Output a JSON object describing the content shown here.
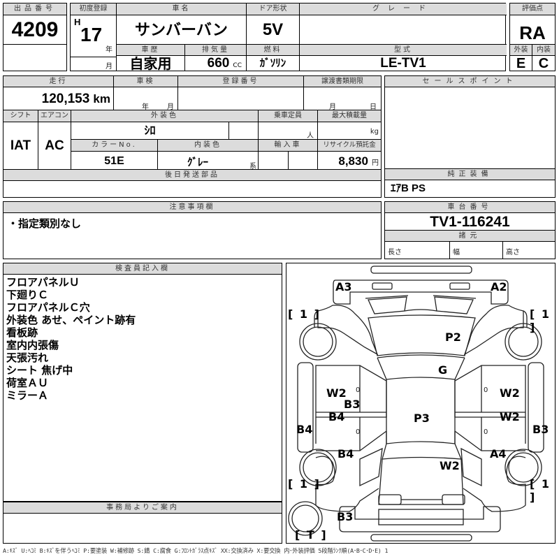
{
  "lot": {
    "label": "出品番号",
    "value": "4209"
  },
  "first_reg": {
    "label": "初度登録",
    "era": "H",
    "year": "17",
    "year_unit": "年",
    "month_unit": "月"
  },
  "car_name": {
    "label": "車名",
    "value": "サンバーバン"
  },
  "door": {
    "label": "ドア形状",
    "value": "5V"
  },
  "grade": {
    "label": "グレード",
    "value": ""
  },
  "score": {
    "label": "評価点",
    "value": "RA",
    "ext_label": "外装",
    "int_label": "内装",
    "ext_value": "E",
    "int_value": "C"
  },
  "history": {
    "label": "車歴",
    "value": "自家用"
  },
  "displacement": {
    "label": "排気量",
    "value": "660",
    "unit": "CC"
  },
  "fuel": {
    "label": "燃料",
    "value": "ｶﾞｿﾘﾝ"
  },
  "model": {
    "label": "型式",
    "value": "LE-TV1"
  },
  "mileage": {
    "label": "走行",
    "value": "120,153",
    "unit": "km"
  },
  "inspection": {
    "label": "車検",
    "year_unit": "年",
    "month_unit": "月"
  },
  "registration": {
    "label": "登録番号",
    "value": ""
  },
  "transfer_deadline": {
    "label": "譲渡書類期限",
    "month_unit": "月",
    "day_unit": "日"
  },
  "shift": {
    "label": "シフト",
    "value": "IAT"
  },
  "aircon": {
    "label": "エアコン",
    "value": "AC"
  },
  "ext_color": {
    "label": "外装色",
    "value": "ｼﾛ"
  },
  "capacity": {
    "label": "乗車定員",
    "unit": "人"
  },
  "max_load": {
    "label": "最大積載量",
    "unit": "kg"
  },
  "color_no": {
    "label": "カラーNo.",
    "value": "51E"
  },
  "int_color": {
    "label": "内装色",
    "value": "ｸﾞﾚｰ",
    "suffix": "系"
  },
  "import": {
    "label": "輸入車"
  },
  "recycle": {
    "label": "リサイクル預託金",
    "value": "8,830",
    "unit": "円"
  },
  "later_parts": {
    "label": "後日発送部品"
  },
  "sales_point": {
    "label": "セールスポイント"
  },
  "equipment": {
    "label": "純正装備",
    "value": "ｴｱB PS"
  },
  "notes": {
    "label": "注意事項欄",
    "value": "・指定類別なし"
  },
  "chassis": {
    "label": "車台番号",
    "value": "TV1-116241"
  },
  "specs": {
    "label": "諸元",
    "length": "長さ",
    "width": "幅",
    "height": "高さ"
  },
  "inspector": {
    "label": "検査員記入欄",
    "lines": [
      "フロアパネルＵ",
      "下廻りＣ",
      "フロアパネルＣ穴",
      "外装色 あせ、ペイント跡有",
      "看板跡",
      "室内内張傷",
      "天張汚れ",
      "シート 焦げ中",
      "荷室ＡＵ",
      "ミラーＡ"
    ]
  },
  "office": {
    "label": "事務局よりご案内"
  },
  "diagram": {
    "marks": {
      "a3": "A3",
      "a2": "A2",
      "p2": "P2",
      "g": "G",
      "w2_fl": "W2",
      "w2_fr": "W2",
      "b3_l": "B3",
      "b4_rl": "B4",
      "p3": "P3",
      "w2_rr": "W2",
      "b4_side": "B4",
      "b3_side": "B3",
      "b4_rear": "B4",
      "a4": "A4",
      "w2_back": "W2",
      "b3_bumper": "B3"
    },
    "tires": {
      "fl": "[ 1 ]",
      "fr": "[ 1 ]",
      "rl": "[ 1 ]",
      "rr": "[ 1 ]",
      "spare": "[ T ]"
    },
    "zeros": "0"
  },
  "legend": "A:ｷｽﾞ U:ﾍｺﾐ B:ｷｽﾞを伴うﾍｺﾐ P:要塗装 W:補修跡 S:錆 C:腐食 G:ﾌﾛﾝﾄｶﾞﾗｽ点ｷｽﾞ XX:交換済み X:要交換 内･外装評価 5段階ﾗﾝｸ順(A･B･C･D･E) 1"
}
